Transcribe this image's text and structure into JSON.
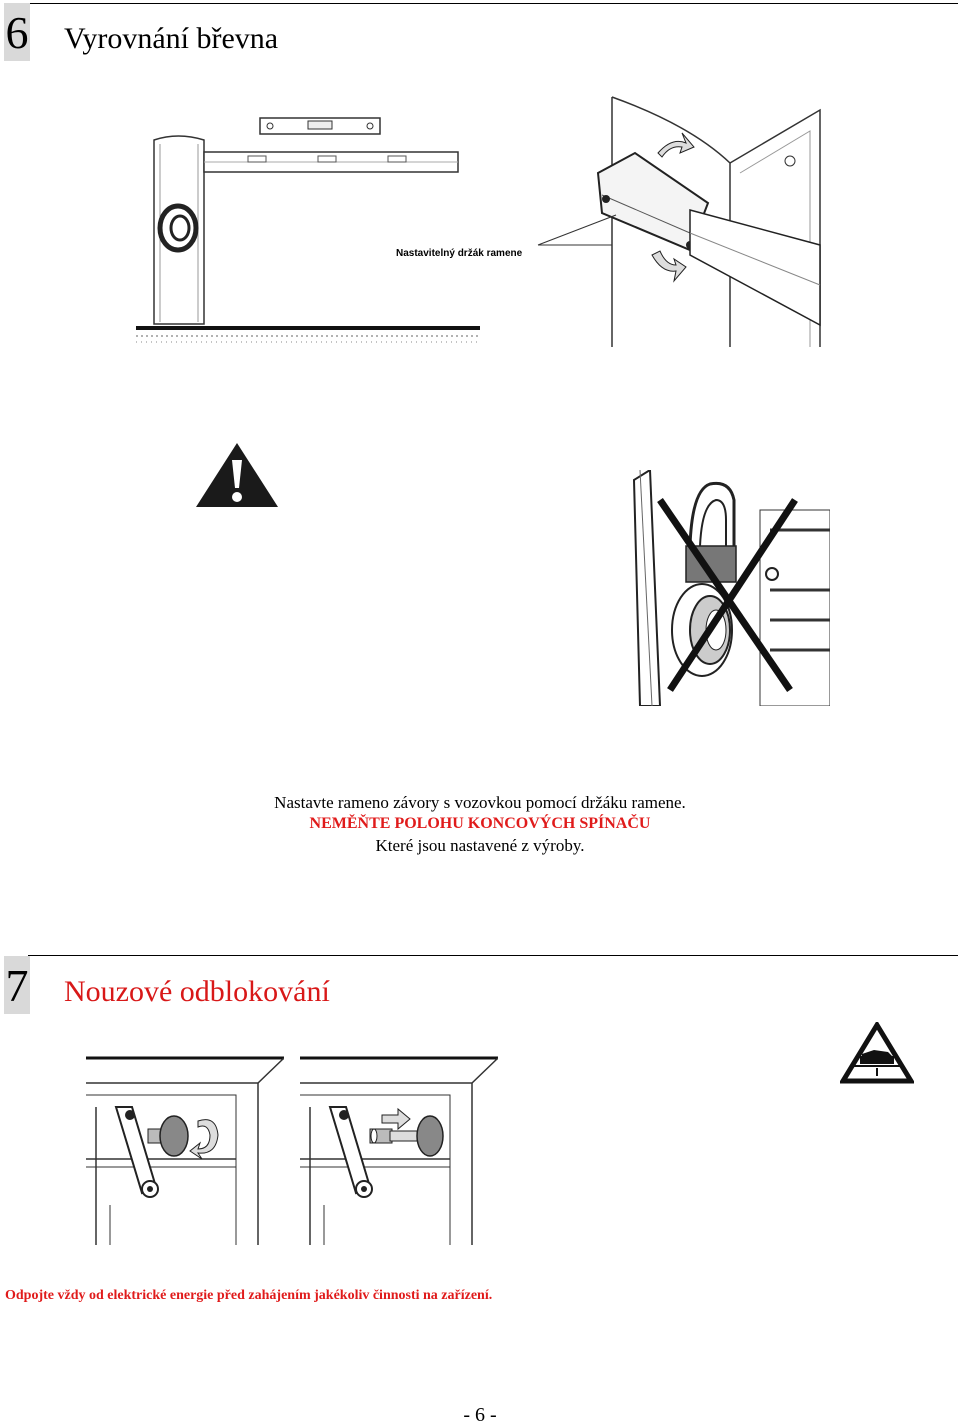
{
  "section6": {
    "number": "6",
    "title": "Vyrovnání břevna",
    "figure_label": "Nastavitelný držák ramene"
  },
  "caption": {
    "line1": "Nastavte rameno závory s vozovkou pomocí držáku ramene.",
    "line2": "NEMĚŇTE POLOHU KONCOVÝCH SPÍNAČU",
    "line3": "Které jsou nastavené z výroby."
  },
  "section7": {
    "number": "7",
    "title": "Nouzové odblokování"
  },
  "note": "Odpojte vždy od elektrické energie před zahájením jakékoliv činnosti na zařízení.",
  "page_number": "- 6 -",
  "colors": {
    "warning_red": "#e01b1b",
    "title_red": "#d81818",
    "number_box": "#d9d9d9"
  }
}
